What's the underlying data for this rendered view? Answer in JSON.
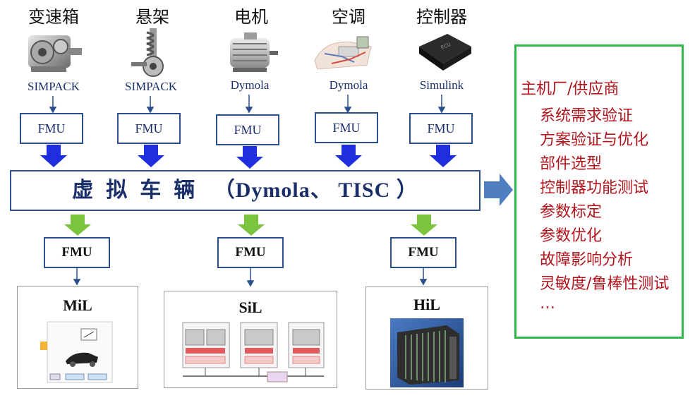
{
  "components": [
    {
      "title": "变速箱",
      "tool": "SIMPACK",
      "fmu": "FMU",
      "icon": "gearbox-icon"
    },
    {
      "title": "悬架",
      "tool": "SIMPACK",
      "fmu": "FMU",
      "icon": "suspension-icon"
    },
    {
      "title": "电机",
      "tool": "Dymola",
      "fmu": "FMU",
      "icon": "motor-icon"
    },
    {
      "title": "空调",
      "tool": "Dymola",
      "fmu": "FMU",
      "icon": "air-conditioning-icon"
    },
    {
      "title": "控制器",
      "tool": "Simulink",
      "fmu": "FMU",
      "icon": "controller-icon"
    }
  ],
  "virtual_vehicle": {
    "zh": "虚拟车辆",
    "tools": "（Dymola、 TISC ）"
  },
  "outputs": [
    {
      "fmu": "FMU",
      "title": "MiL"
    },
    {
      "fmu": "FMU",
      "title": "SiL"
    },
    {
      "fmu": "FMU",
      "title": "HiL"
    }
  ],
  "roles": {
    "heading": "主机厂/供应商",
    "items": [
      "系统需求验证",
      "方案验证与优化",
      "部件选型",
      "控制器功能测试",
      "参数标定",
      "参数优化",
      "故障影响分析",
      "灵敏度/鲁棒性测试",
      "…"
    ]
  },
  "colors": {
    "blue_arrow": "#1f2fe0",
    "green_arrow": "#7cc43f",
    "frame": "#2a4f8c",
    "role_text": "#b0141c",
    "role_border": "#2fb84a",
    "side_arrow": "#4f7fc0"
  }
}
